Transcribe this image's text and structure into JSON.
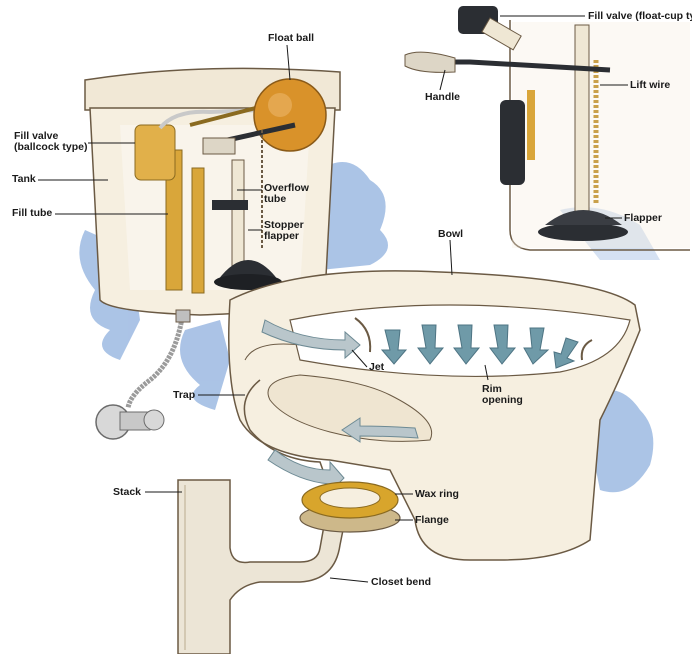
{
  "labels": {
    "float_ball": "Float ball",
    "fill_valve_ballcock_1": "Fill valve",
    "fill_valve_ballcock_2": "(ballcock type)",
    "tank": "Tank",
    "fill_tube": "Fill tube",
    "overflow_tube_1": "Overflow",
    "overflow_tube_2": "tube",
    "stopper_flapper_1": "Stopper",
    "stopper_flapper_2": "flapper",
    "fill_valve_float_cup": "Fill valve (float-cup type)",
    "handle": "Handle",
    "lift_wire": "Lift wire",
    "flapper": "Flapper",
    "bowl": "Bowl",
    "jet": "Jet",
    "rim_opening_1": "Rim",
    "rim_opening_2": "opening",
    "trap": "Trap",
    "stack": "Stack",
    "wax_ring": "Wax ring",
    "flange": "Flange",
    "closet_bend": "Closet bend"
  },
  "colors": {
    "porcelain": "#f6efe0",
    "porcelain_shade": "#e3d6bf",
    "outline": "#6b5a44",
    "water_splash": "#8fb0de",
    "brass": "#d9a63a",
    "float_ball": "#d9922a",
    "rubber": "#2b2e33",
    "arrow_water": "#6f9aa8",
    "wax": "#d8a52c",
    "pipe": "#ece5d6"
  }
}
